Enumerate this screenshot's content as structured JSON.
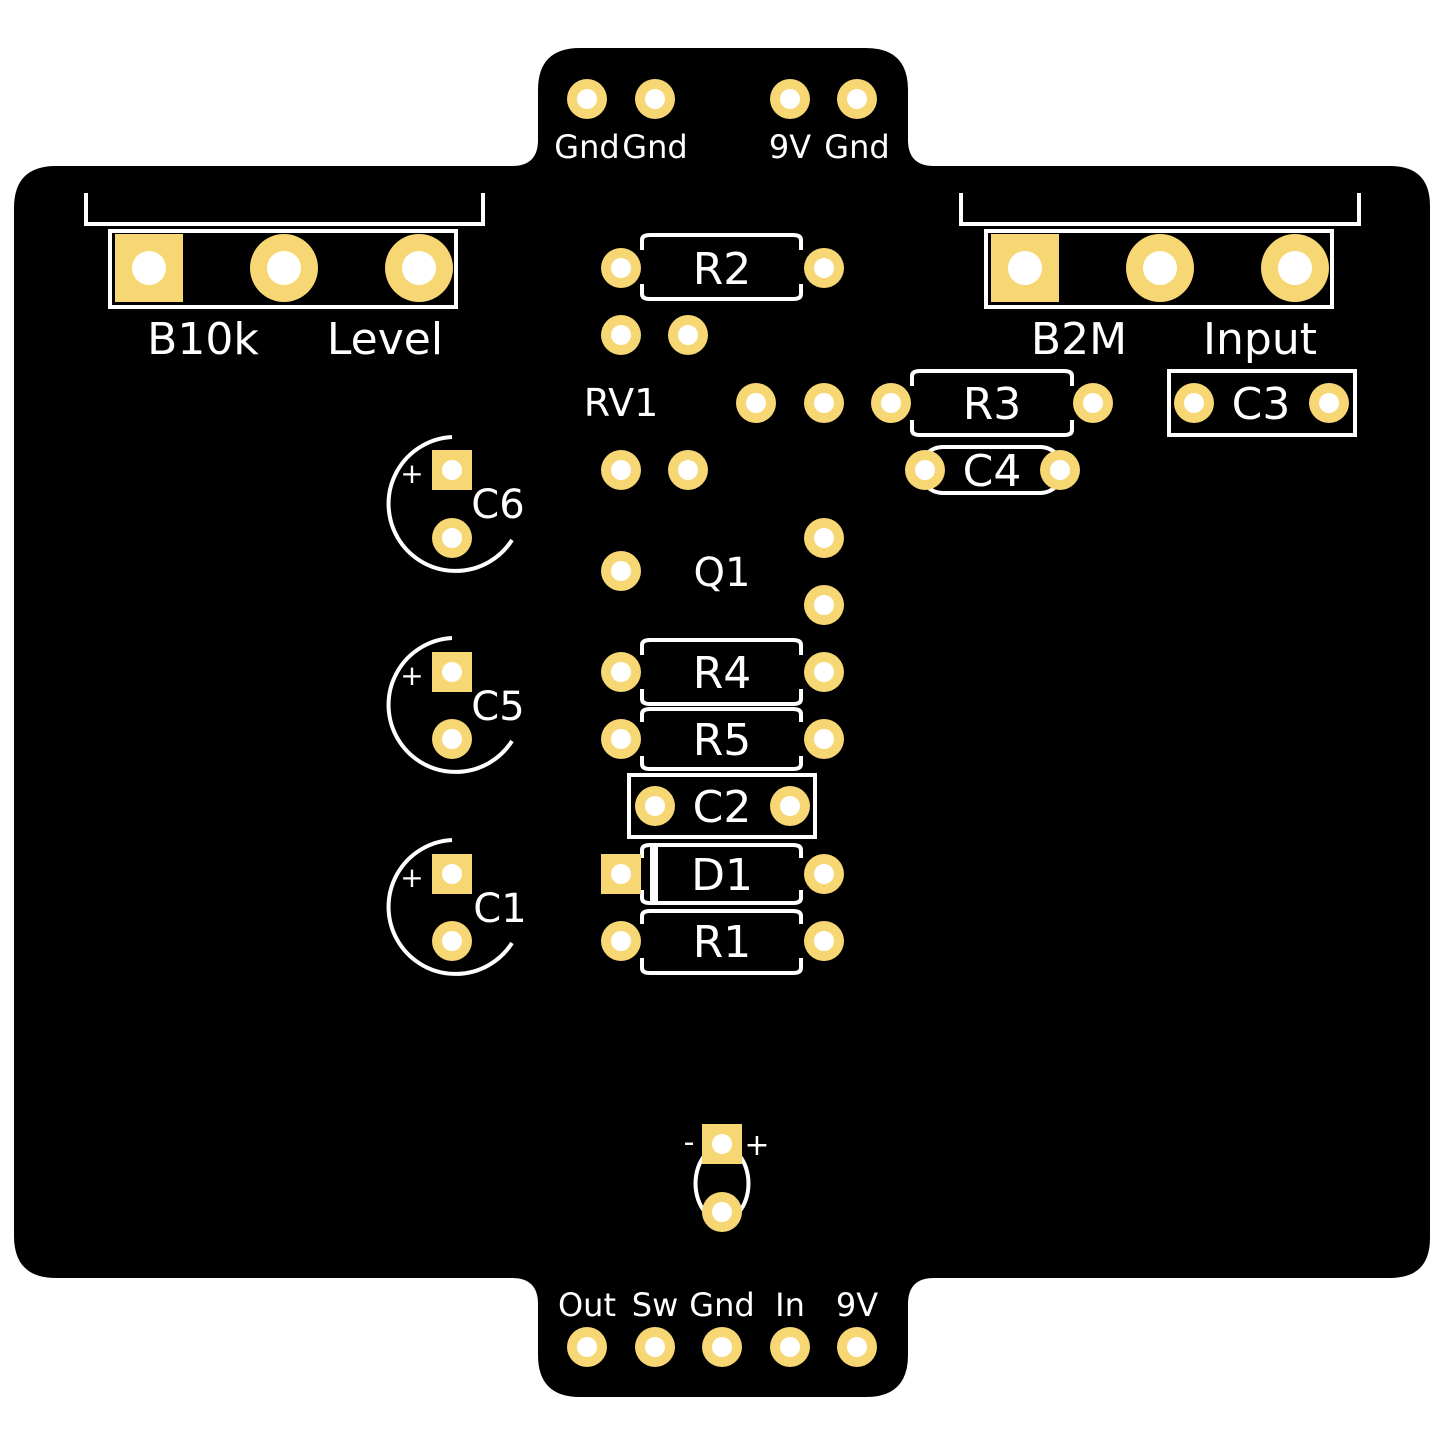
{
  "colors": {
    "board": "#000000",
    "pad": "#f7d774",
    "silkscreen": "#ffffff",
    "background": "#ffffff"
  },
  "top_header": {
    "labels": [
      "Gnd",
      "Gnd",
      "9V",
      "Gnd"
    ]
  },
  "bottom_header": {
    "labels": [
      "Out",
      "Sw",
      "Gnd",
      "In",
      "9V"
    ]
  },
  "pots": [
    {
      "value": "B10k",
      "name": "Level"
    },
    {
      "value": "B2M",
      "name": "Input"
    }
  ],
  "components": {
    "r1": "R1",
    "r2": "R2",
    "r3": "R3",
    "r4": "R4",
    "r5": "R5",
    "rv1": "RV1",
    "q1": "Q1",
    "c1": "C1",
    "c2": "C2",
    "c3": "C3",
    "c4": "C4",
    "c5": "C5",
    "c6": "C6",
    "d1": "D1"
  },
  "polarity": {
    "plus": "+",
    "minus": "-"
  }
}
